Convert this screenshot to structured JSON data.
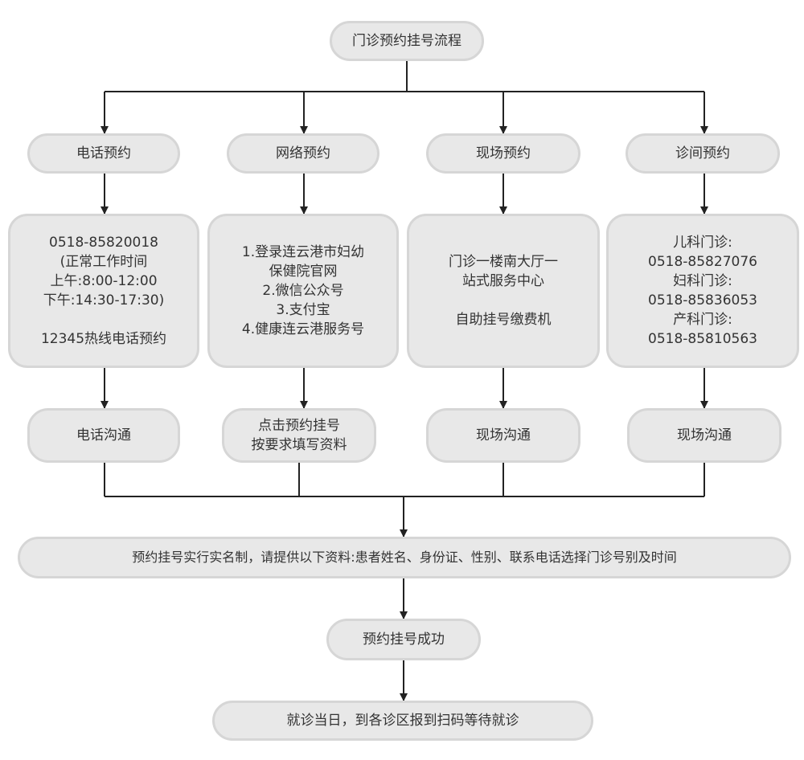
{
  "title": "门诊预约挂号流程",
  "channels": [
    {
      "name": "电话预约",
      "details": "0518-85820018\n(正常工作时间\n上午:8:00-12:00\n下午:14:30-17:30)\n\n12345热线电话预约",
      "next": "电话沟通"
    },
    {
      "name": "网络预约",
      "details": "1.登录连云港市妇幼\n保健院官网\n2.微信公众号\n3.支付宝\n4.健康连云港服务号",
      "next": "点击预约挂号\n按要求填写资料"
    },
    {
      "name": "现场预约",
      "details": "门诊一楼南大厅一\n站式服务中心\n\n自助挂号缴费机",
      "next": "现场沟通"
    },
    {
      "name": "诊间预约",
      "details": "儿科门诊:\n0518-85827076\n妇科门诊:\n0518-85836053\n产科门诊:\n0518-85810563",
      "next": "现场沟通"
    }
  ],
  "requirement": "预约挂号实行实名制，请提供以下资料:患者姓名、身份证、性别、联系电话选择门诊号别及时间",
  "success": "预约挂号成功",
  "final": "就诊当日，到各诊区报到扫码等待就诊",
  "colors": {
    "box_fill": "#e8e8e8",
    "box_border": "#d6d6d6",
    "line": "#222222",
    "text": "#333333"
  }
}
